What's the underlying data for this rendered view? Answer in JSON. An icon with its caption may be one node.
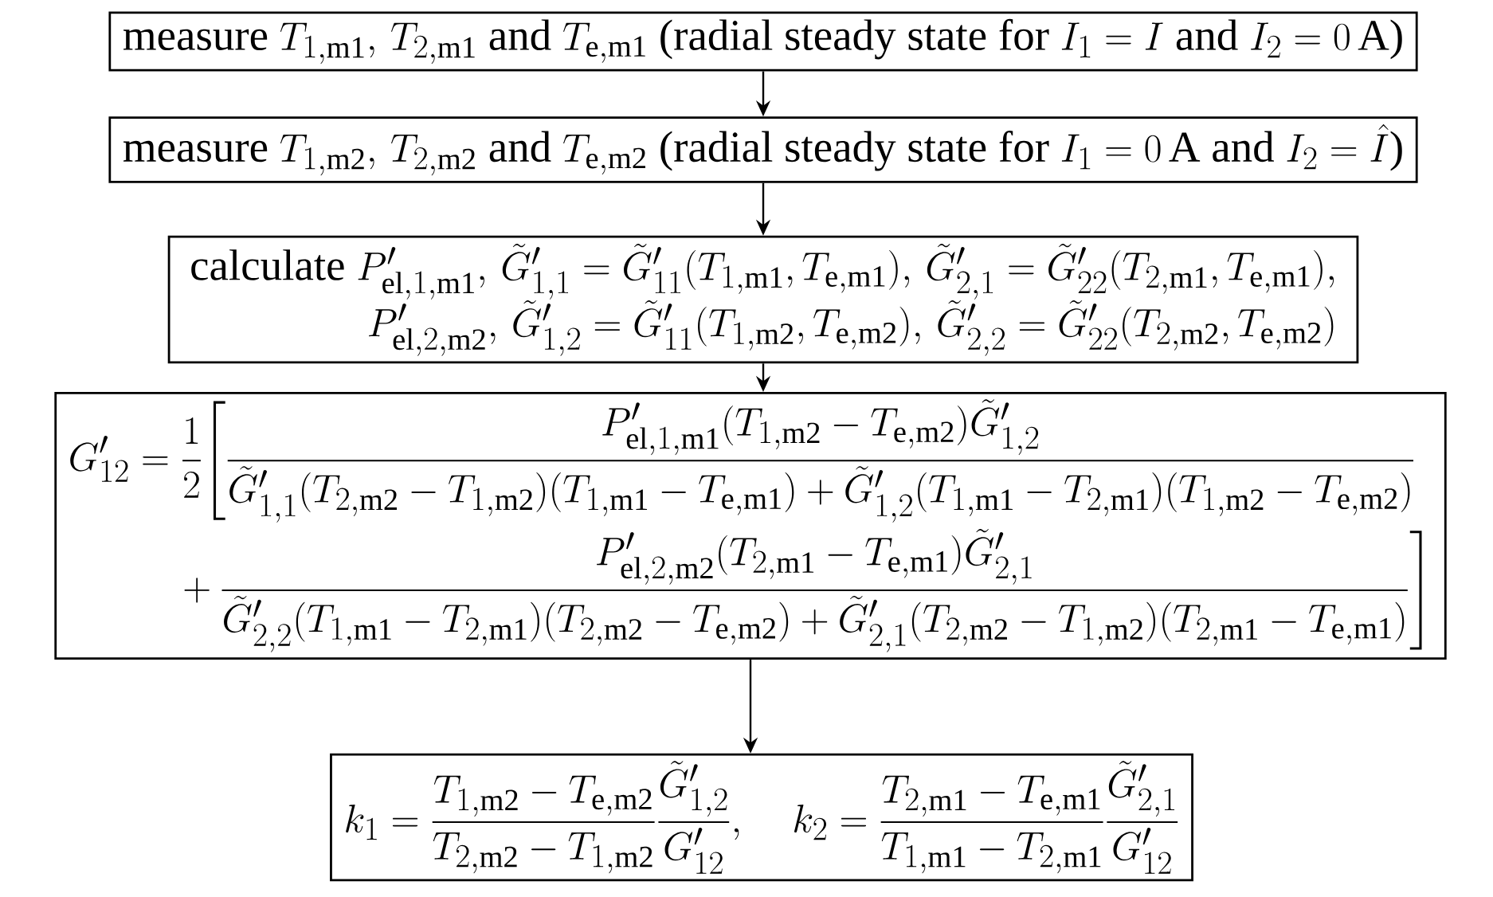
{
  "diagram": {
    "nodes": [
      {
        "text": [
          "\\text{measure } T_{1,\\mathrm{m1}},\\, T_{2,\\mathrm{m1}} \\text{ and } T_{\\mathrm{e,m1}} \\text{ (radial steady state for } I_1 = I \\text{ and } I_2 = 0\\,\\mathrm{A}\\text{)}"
        ]
      },
      {
        "text": [
          "\\text{measure } T_{1,\\mathrm{m2}},\\, T_{2,\\mathrm{m2}} \\text{ and } T_{\\mathrm{e,m2}} \\text{ (radial steady state for } I_1 = 0\\,\\mathrm{A} \\text{ and } I_2 = \\hat{I}\\text{)}"
        ]
      },
      {
        "text": [
          "\\begin{array}{r}\\text{calculate } P'_{\\mathrm{el},1,\\mathrm{m1}},\\, \\tilde{G}'_{1,1} = \\tilde{G}'_{11}(T_{1,\\mathrm{m1}}, T_{\\mathrm{e,m1}}),\\, \\tilde{G}'_{2,1} = \\tilde{G}'_{22}(T_{2,\\mathrm{m1}}, T_{\\mathrm{e,m1}}),\\\\ P'_{\\mathrm{el},2,\\mathrm{m2}},\\, \\tilde{G}'_{1,2} = \\tilde{G}'_{11}(T_{1,\\mathrm{m2}}, T_{\\mathrm{e,m2}}),\\, \\tilde{G}'_{2,2} = \\tilde{G}'_{22}(T_{2,\\mathrm{m2}}, T_{\\mathrm{e,m2}})\\end{array}"
        ]
      },
      {
        "text": [
          "\\begin{aligned} G'_{12} &= \\frac{1}{2}\\Bigg[\\frac{P'_{\\mathrm{el},1,\\mathrm{m1}}(T_{1,\\mathrm{m2}}-T_{\\mathrm{e,m2}})\\tilde{G}'_{1,2}}{\\tilde{G}'_{1,1}(T_{2,\\mathrm{m2}}-T_{1,\\mathrm{m2}})(T_{1,\\mathrm{m1}}-T_{\\mathrm{e,m1}})+\\tilde{G}'_{1,2}(T_{1,\\mathrm{m1}}-T_{2,\\mathrm{m1}})(T_{1,\\mathrm{m2}}-T_{\\mathrm{e,m2}})}\\\\ &\\quad+\\frac{P'_{\\mathrm{el},2,\\mathrm{m2}}(T_{2,\\mathrm{m1}}-T_{\\mathrm{e,m1}})\\tilde{G}'_{2,1}}{\\tilde{G}'_{2,2}(T_{1,\\mathrm{m1}}-T_{2,\\mathrm{m1}})(T_{2,\\mathrm{m2}}-T_{\\mathrm{e,m2}})+\\tilde{G}'_{2,1}(T_{2,\\mathrm{m2}}-T_{1,\\mathrm{m2}})(T_{2,\\mathrm{m1}}-T_{\\mathrm{e,m1}})}\\Bigg]\\end{aligned}"
        ]
      },
      {
        "text": [
          "k_1 = \\frac{T_{1,\\mathrm{m2}}-T_{\\mathrm{e,m2}}}{T_{2,\\mathrm{m2}}-T_{1,\\mathrm{m2}}}\\frac{\\tilde{G}'_{1,2}}{G'_{12}}, \\quad k_2 = \\frac{T_{2,\\mathrm{m1}}-T_{\\mathrm{e,m1}}}{T_{1,\\mathrm{m1}}-T_{2,\\mathrm{m1}}}\\frac{\\tilde{G}'_{2,1}}{G'_{12}}"
        ]
      }
    ],
    "edges": [
      {
        "from": 0,
        "to": 1,
        "arrow": "to"
      },
      {
        "from": 1,
        "to": 2,
        "arrow": "to"
      },
      {
        "from": 2,
        "to": 3,
        "arrow": "to"
      },
      {
        "from": 3,
        "to": 4,
        "arrow": "to"
      }
    ]
  }
}
